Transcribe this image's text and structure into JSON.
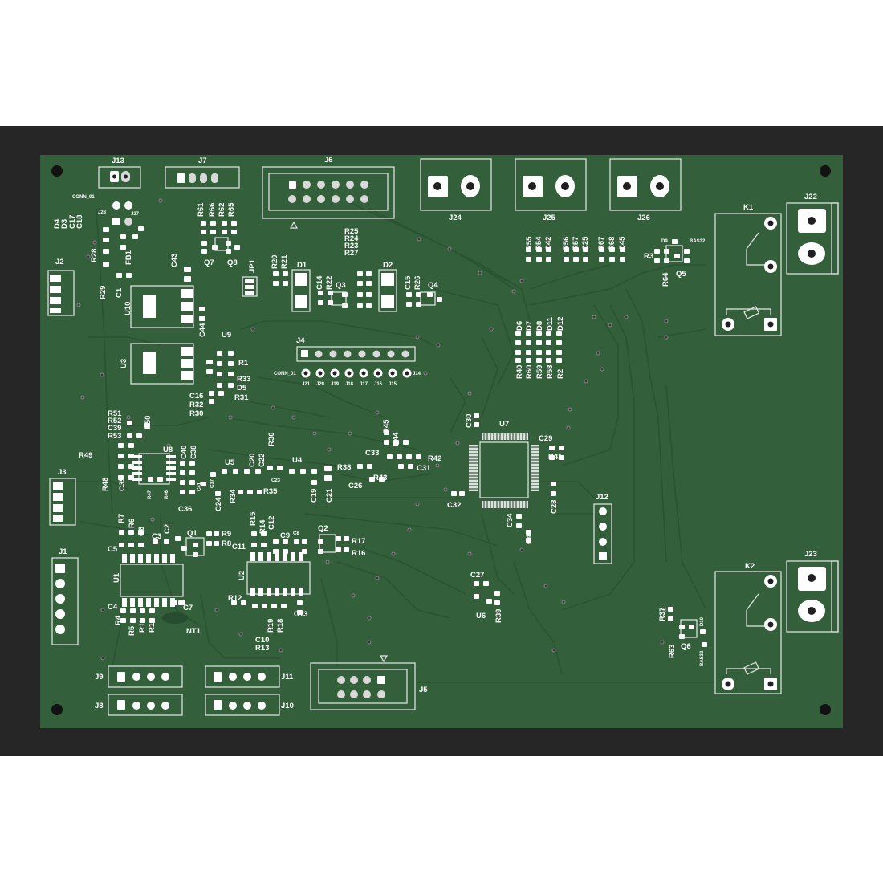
{
  "refs": {
    "J13": "J13",
    "J7": "J7",
    "J6": "J6",
    "J24": "J24",
    "J25": "J25",
    "J26": "J26",
    "J22": "J22",
    "K1": "K1",
    "J2": "J2",
    "J3": "J3",
    "J1": "J1",
    "J4": "J4",
    "J5": "J5",
    "J12": "J12",
    "J23": "J23",
    "K2": "K2",
    "J9": "J9",
    "J8": "J8",
    "J11": "J11",
    "J10": "J10",
    "U1": "U1",
    "U2": "U2",
    "U3": "U3",
    "U4": "U4",
    "U5": "U5",
    "U6": "U6",
    "U7": "U7",
    "U8": "U8",
    "U9": "U9",
    "U10": "U10",
    "D1": "D1",
    "D2": "D2",
    "D5": "D5",
    "Q1": "Q1",
    "Q2": "Q2",
    "Q3": "Q3",
    "Q4": "Q4",
    "Q5": "Q5",
    "Q6": "Q6",
    "Q7": "Q7",
    "Q8": "Q8",
    "JP1": "JP1",
    "FB1": "FB1",
    "NT1": "NT1",
    "C43": "C43",
    "C44": "C44",
    "R1": "R1",
    "R33": "R33",
    "R31": "R31",
    "C16": "C16",
    "R32": "R32",
    "R30": "R30",
    "R51": "R51",
    "R52": "R52",
    "C39": "C39",
    "R53": "R53",
    "R50": "R50",
    "R49": "R49",
    "R48": "R48",
    "C35": "C35",
    "R47": "R47",
    "R46": "R46",
    "C36": "C36",
    "C40": "C40",
    "C38": "C38",
    "C41": "C41",
    "C37": "C37",
    "C24": "C24",
    "R34": "R34",
    "R35": "R35",
    "C20": "C20",
    "C22": "C22",
    "R36": "R36",
    "C23": "C23",
    "C19": "C19",
    "C21": "C21",
    "R38": "R38",
    "C33": "C33",
    "R45": "R45",
    "R44": "R44",
    "R42": "R42",
    "C31": "C31",
    "R43": "R43",
    "C26": "C26",
    "C32": "C32",
    "C30": "C30",
    "C29": "C29",
    "R41": "R41",
    "C28": "C28",
    "C34": "C34",
    "C46": "C46",
    "C27": "C27",
    "R39": "R39",
    "R7": "R7",
    "R6": "R6",
    "C6": "C6",
    "C3": "C3",
    "C2": "C2",
    "C5": "C5",
    "R9": "R9",
    "R8": "R8",
    "R15": "R15",
    "R14": "R14",
    "C12": "C12",
    "C9": "C9",
    "C8": "C8",
    "C11": "C11",
    "R17": "R17",
    "R16": "R16",
    "C4": "C4",
    "C7": "C7",
    "R4": "R4",
    "R5": "R5",
    "R11": "R11",
    "R10": "R10",
    "R12": "R12",
    "C10": "C10",
    "R13": "R13",
    "R19": "R19",
    "R18": "R18",
    "C13": "C13",
    "R37": "R37",
    "R63": "R63",
    "R3": "R3",
    "R64": "R64",
    "R20": "R20",
    "R21": "R21",
    "C14": "C14",
    "R22": "R22",
    "C15": "C15",
    "R26": "R26",
    "R25": "R25",
    "R24": "R24",
    "R23": "R23",
    "R27": "R27",
    "R55": "R55",
    "R54": "R54",
    "C42": "C42",
    "R56": "R56",
    "R57": "R57",
    "C25": "C25",
    "R67": "R67",
    "R68": "R68",
    "C45": "C45",
    "D6": "D6",
    "D7": "D7",
    "D8": "D8",
    "D11": "D11",
    "D12": "D12",
    "R40": "R40",
    "R60": "R60",
    "R59": "R59",
    "R58": "R58",
    "R2": "R2",
    "R61": "R61",
    "R66": "R66",
    "R62": "R62",
    "R65": "R65",
    "D4": "D4",
    "D3": "D3",
    "C17": "C17",
    "C18": "C18",
    "R28": "R28",
    "R29": "R29",
    "C1": "C1",
    "J21": "J21",
    "J20": "J20",
    "J19": "J19",
    "J18": "J18",
    "J17": "J17",
    "J16": "J16",
    "J15": "J15",
    "J14": "J14",
    "J28": "J28",
    "J27": "J27",
    "CONN_01a": "CONN_01",
    "CONN_01b": "CONN_01",
    "BAS32a": "BAS32",
    "BAS32b": "BAS32",
    "D9": "D9",
    "D10": "D10"
  }
}
